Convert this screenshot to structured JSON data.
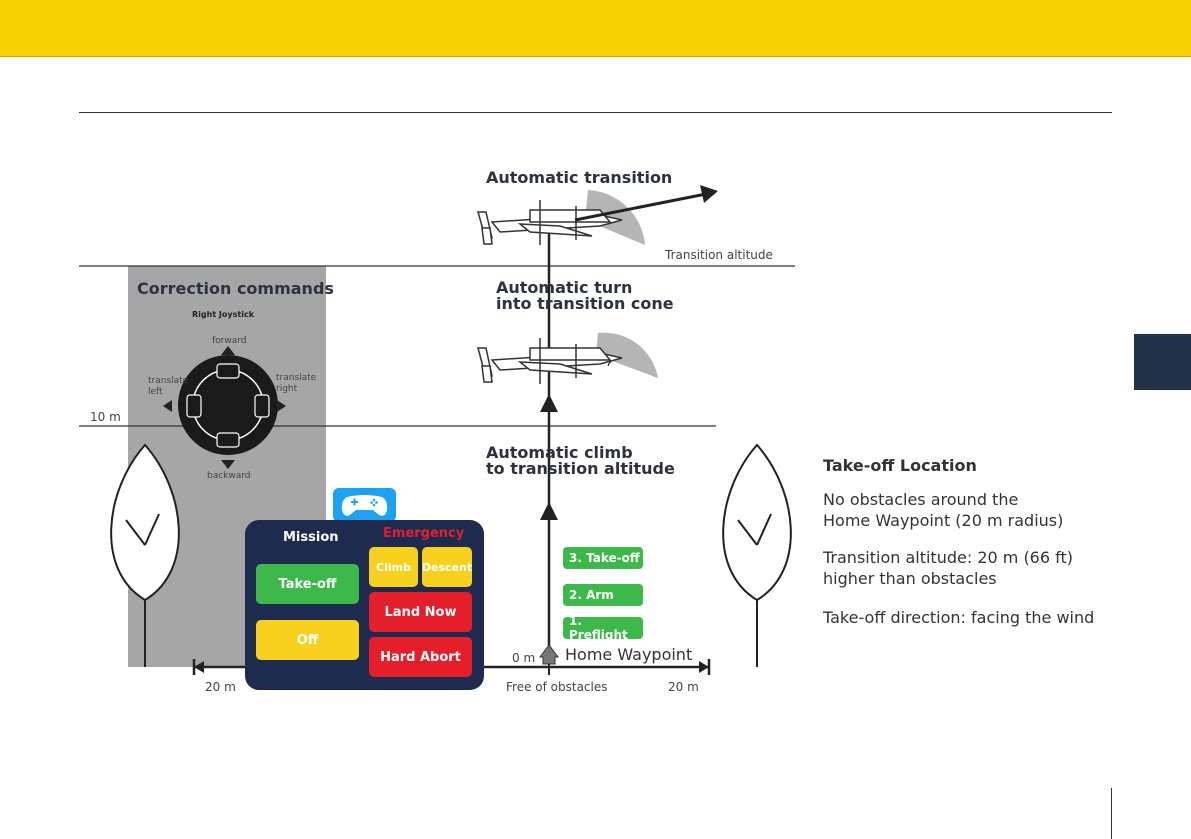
{
  "diagram": {
    "stages": {
      "transition": "Automatic transition",
      "turn_line1": "Automatic turn",
      "turn_line2": "into transition cone",
      "climb_line1": "Automatic climb",
      "climb_line2": "to transition altitude"
    },
    "altitudes": {
      "transition_label": "Transition altitude",
      "ten_m": "10 m",
      "zero_m": "0 m"
    },
    "ground": {
      "left_distance": "20 m",
      "right_distance": "20 m",
      "free_label": "Free of obstacles",
      "home_waypoint": "Home Waypoint"
    },
    "correction": {
      "title": "Correction commands",
      "joystick_label": "Right Joystick",
      "forward": "forward",
      "backward": "backward",
      "left_line1": "translate",
      "left_line2": "left",
      "right_line1": "translate",
      "right_line2": "right"
    },
    "steps": [
      "1. Preflight",
      "2. Arm",
      "3. Take-off"
    ],
    "panel": {
      "mission_title": "Mission",
      "emergency_title": "Emergency",
      "takeoff_button": "Take-off",
      "off_button": "Off",
      "climb_button": "Climb",
      "descent_button": "Descent",
      "land_now_button": "Land Now",
      "hard_abort_button": "Hard Abort",
      "icon": "gamepad-icon"
    }
  },
  "info": {
    "title": "Take-off Location",
    "line1a": "No obstacles around the",
    "line1b": "Home Waypoint (20 m radius)",
    "line2a": "Transition altitude: 20 m (66 ft)",
    "line2b": "higher than obstacles",
    "line3": "Take-off direction: facing the wind"
  },
  "colors": {
    "header": "#f9d300",
    "side_tab": "#243248",
    "green": "#3db84a",
    "yellow": "#f7d11e",
    "red": "#e41e2b",
    "panel": "#1e2b4e",
    "gray_zone": "#a7a6a6"
  }
}
